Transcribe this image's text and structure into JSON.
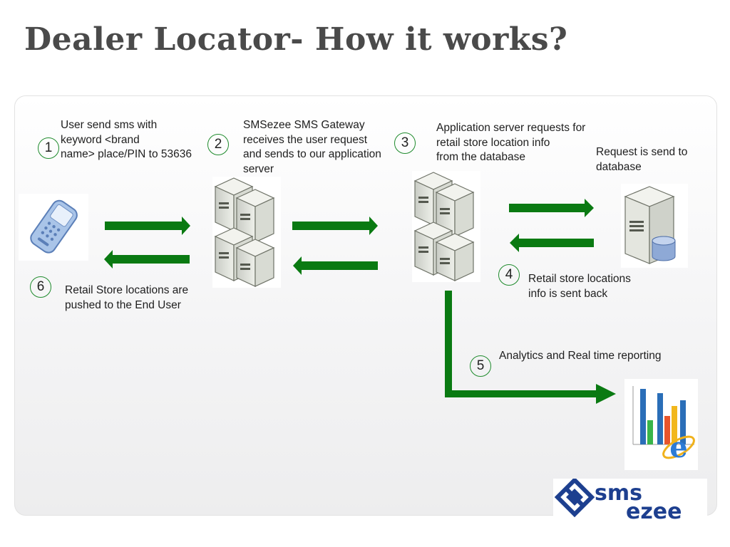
{
  "title": "Dealer Locator- How it works?",
  "steps": [
    {
      "number": "1",
      "text": "User send sms with\nkeyword  <brand\nname> place/PIN to 53636"
    },
    {
      "number": "2",
      "text": "SMSezee SMS Gateway\nreceives the user request\nand sends to our application\nserver"
    },
    {
      "number": "3",
      "text": "Application server requests for\nretail store location info\nfrom the database"
    },
    {
      "number": "4",
      "text": "Retail store locations\ninfo is sent back"
    },
    {
      "number": "5",
      "text": "Analytics and Real time reporting"
    },
    {
      "number": "6",
      "text": "Retail Store locations are\n pushed  to the End User"
    }
  ],
  "db_request_text": "Request is send to\ndatabase",
  "logo": {
    "line1": "sms",
    "line2": "ezee"
  },
  "colors": {
    "arrow": "#0a7a12",
    "title": "#4a4a4a",
    "circle": "#1f8b2d",
    "logo": "#1d3f8f"
  },
  "icons": [
    "mobile-phone-icon",
    "gateway-server-icon",
    "application-server-icon",
    "database-server-icon",
    "analytics-chart-icon",
    "browser-e-icon",
    "smsezee-logo"
  ]
}
